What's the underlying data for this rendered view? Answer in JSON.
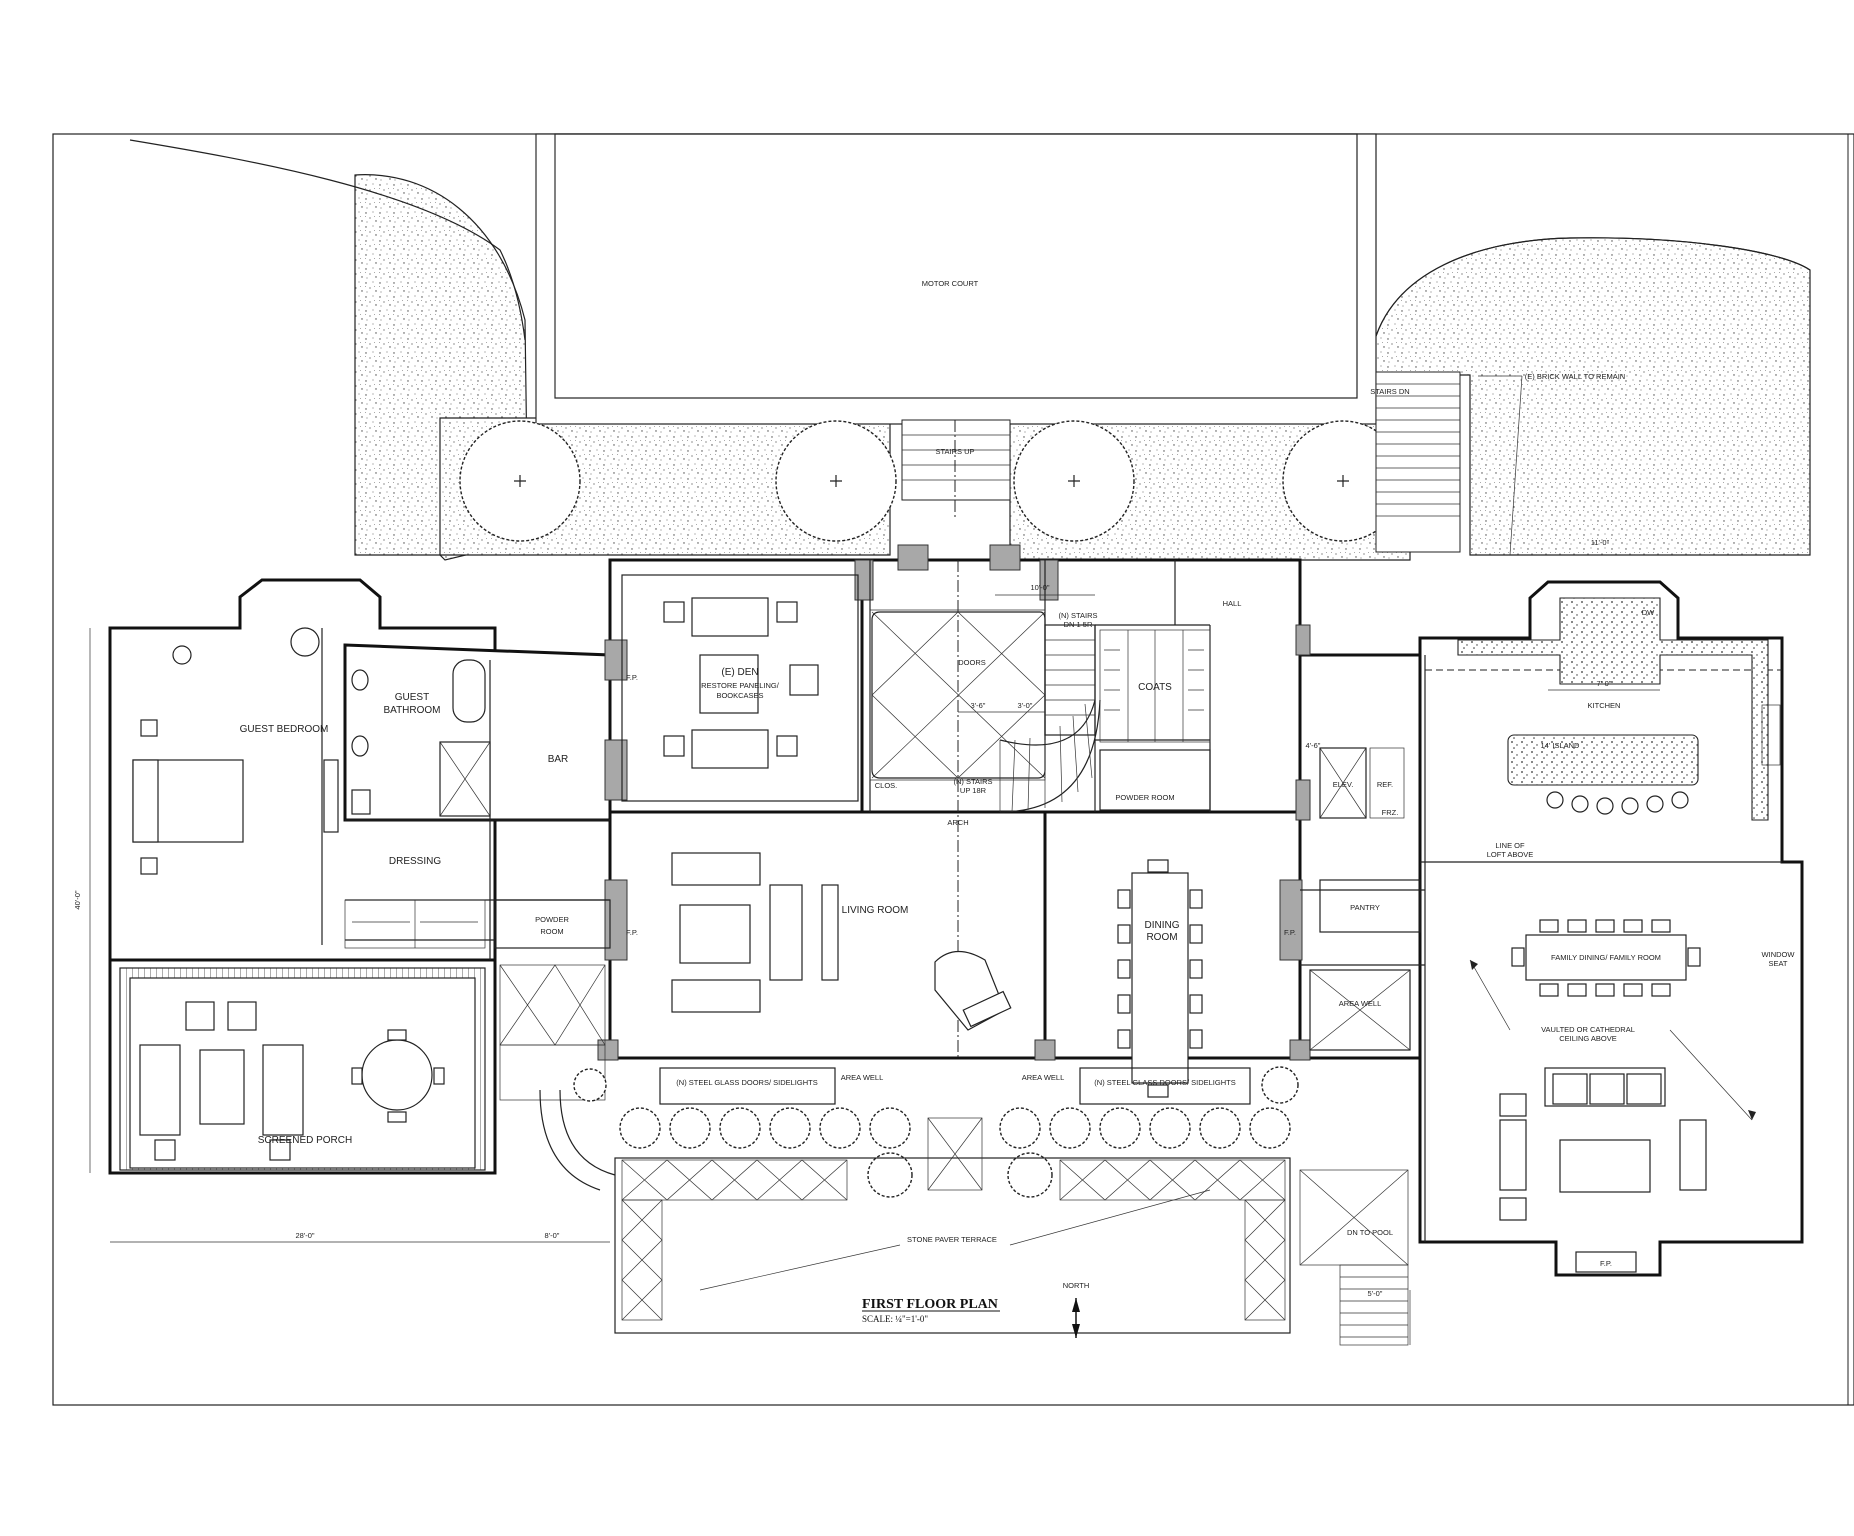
{
  "drawing": {
    "title": "FIRST FLOOR PLAN",
    "scale": "SCALE: ¼\"=1'-0\"",
    "north_label": "NORTH"
  },
  "rooms": {
    "motor_court": "MOTOR COURT",
    "stairs_up": "STAIRS UP",
    "stairs_dn": "STAIRS DN",
    "brick_wall": "(E) BRICK WALL TO REMAIN",
    "den_1": "(E) DEN",
    "den_2": "RESTORE PANELING/",
    "den_3": "BOOKCASES",
    "guest_bedroom": "GUEST BEDROOM",
    "guest_bath_1": "GUEST",
    "guest_bath_2": "BATHROOM",
    "bar": "BAR",
    "dressing": "DRESSING",
    "powder_room_left_1": "POWDER",
    "powder_room_left_2": "ROOM",
    "living_room": "LIVING ROOM",
    "dining_room_1": "DINING",
    "dining_room_2": "ROOM",
    "coats": "COATS",
    "powder_room": "POWDER ROOM",
    "hall": "HALL",
    "doors": "DOORS",
    "clos": "CLOS.",
    "arch": "ARCH",
    "stairs_n_1": "(N) STAIRS",
    "stairs_n_2": "DN 1 5R",
    "stairs_up_n_1": "(N) STAIRS",
    "stairs_up_n_2": "UP 18R",
    "elev": "ELEV.",
    "ref": "REF.",
    "frz": "FRZ.",
    "pantry": "PANTRY",
    "kitchen": "KITCHEN",
    "island": "14' ISLAND",
    "loft_1": "LINE OF",
    "loft_2": "LOFT ABOVE",
    "family": "FAMILY DINING/ FAMILY ROOM",
    "window_seat_1": "WINDOW",
    "window_seat_2": "SEAT",
    "vaulted_1": "VAULTED OR CATHEDRAL",
    "vaulted_2": "CEILING ABOVE",
    "area_well": "AREA WELL",
    "steel_doors": "(N) STEEL GLASS DOORS/ SIDELIGHTS",
    "screened_porch": "SCREENED PORCH",
    "stone_terrace": "STONE PAVER TERRACE",
    "dn_to_pool": "DN TO POOL",
    "fp": "F.P.",
    "dw": "DW"
  },
  "dimensions": {
    "d_10_0": "10'-0\"",
    "d_3_6": "3'-6\"",
    "d_3_0": "3'-0\"",
    "d_7_0": "7'-0\"",
    "d_11_0": "11'-0\"",
    "d_28_0": "28'-0\"",
    "d_8_0": "8'-0\"",
    "d_40_0": "40'-0\"",
    "d_5_0": "5'-0\"",
    "d_4_6": "4'-6\""
  }
}
